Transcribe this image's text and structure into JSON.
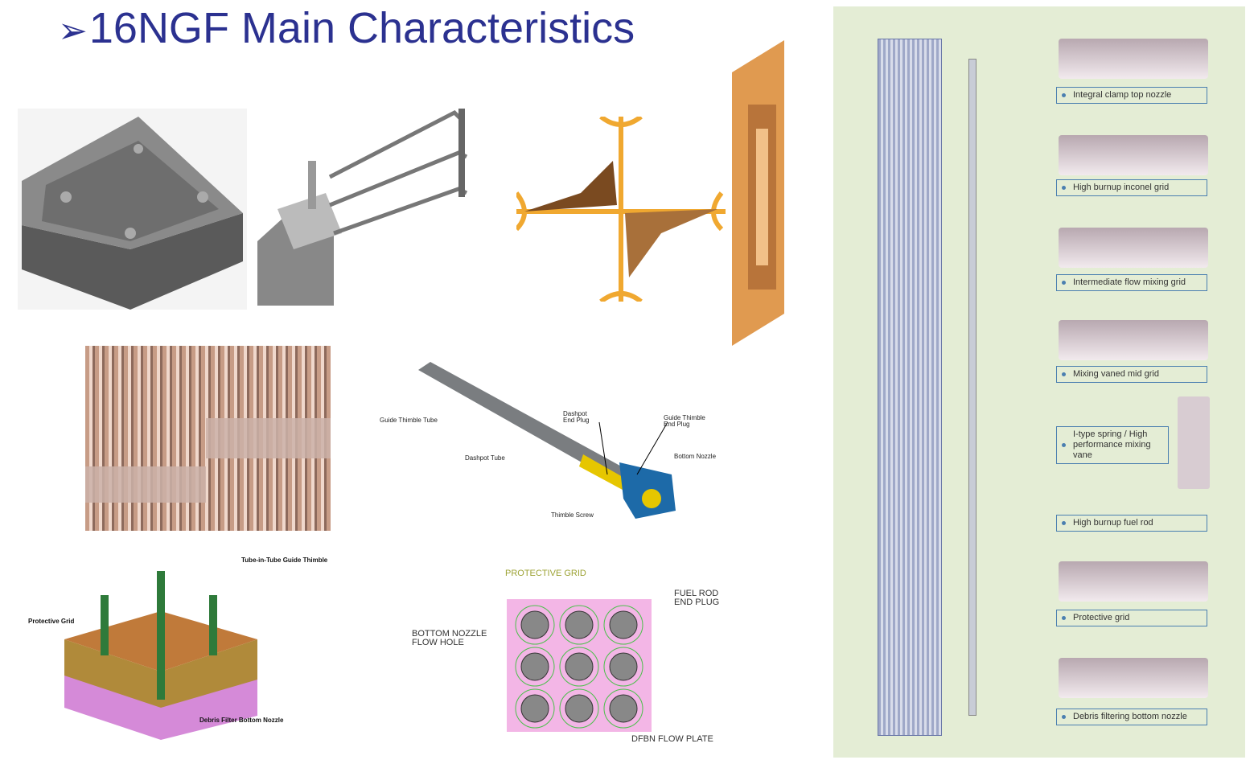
{
  "title": "16NGF Main Characteristics",
  "title_bullet": "➢",
  "thimble_diagram": {
    "labels": [
      "Guide Thimble Tube",
      "Dashpot End Plug",
      "Guide Thimble End Plug",
      "Dashpot Tube",
      "Bottom Nozzle",
      "Thimble Screw"
    ]
  },
  "bottom_nozzle_diagram": {
    "labels": [
      "Tube-in-Tube Guide Thimble",
      "Protective Grid",
      "Debris Filter Bottom Nozzle"
    ]
  },
  "flow_plate_diagram": {
    "labels": [
      "PROTECTIVE GRID",
      "FUEL ROD END PLUG",
      "BOTTOM NOZZLE FLOW HOLE",
      "DFBN FLOW PLATE"
    ]
  },
  "assembly_panel": {
    "components": [
      "Integral clamp top nozzle",
      "High burnup inconel grid",
      "Intermediate flow mixing grid",
      "Mixing vaned mid grid",
      "I-type spring / High performance mixing vane",
      "High burnup fuel rod",
      "Protective grid",
      "Debris filtering bottom nozzle"
    ]
  }
}
